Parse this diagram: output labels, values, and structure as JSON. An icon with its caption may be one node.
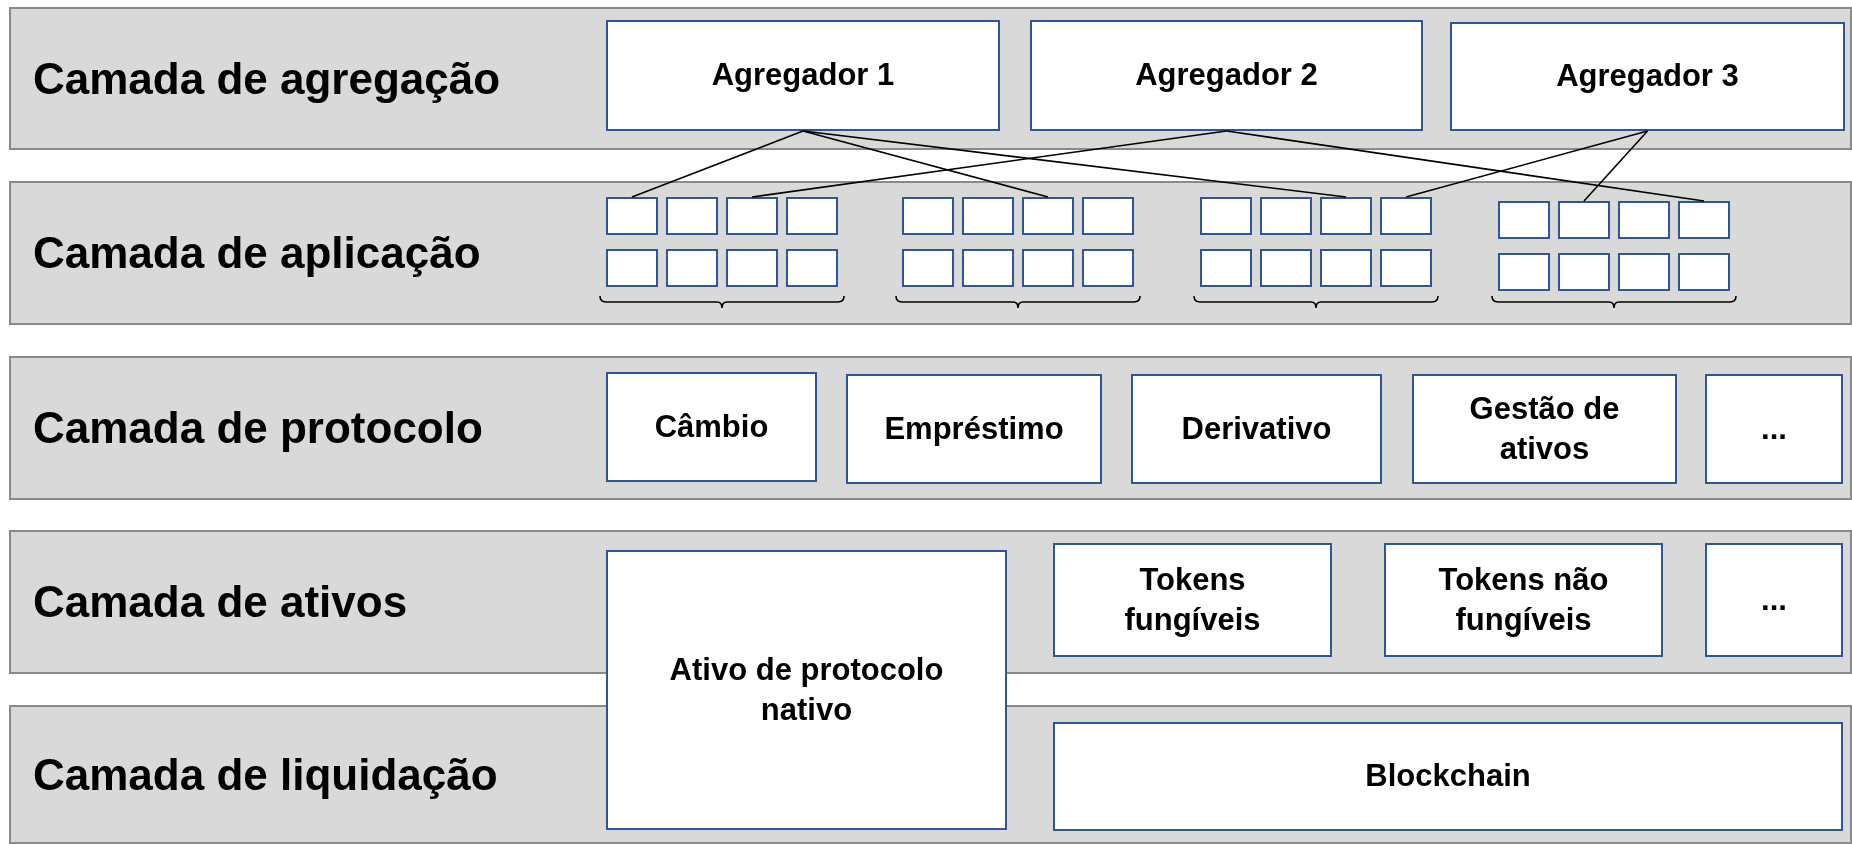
{
  "diagram": {
    "nodes": [
      {
        "text": [
          "Camada de agregação"
        ]
      },
      {
        "text": [
          "Agregador 1"
        ],
        "in": 0
      },
      {
        "text": [
          "Agregador 2"
        ],
        "in": 0
      },
      {
        "text": [
          "Agregador 3"
        ],
        "in": 0
      },
      {
        "text": [
          "Camada de aplicação"
        ]
      },
      {
        "text": [],
        "shape": "box",
        "in": 4
      },
      {
        "text": [],
        "shape": "box",
        "in": 4
      },
      {
        "text": [],
        "shape": "box",
        "in": 4
      },
      {
        "text": [],
        "shape": "box",
        "in": 4
      },
      {
        "text": [],
        "shape": "box",
        "in": 4
      },
      {
        "text": [],
        "shape": "box",
        "in": 4
      },
      {
        "text": [],
        "shape": "box",
        "in": 4
      },
      {
        "text": [],
        "shape": "box",
        "in": 4
      },
      {
        "text": [],
        "shape": "box",
        "in": 4
      },
      {
        "text": [],
        "shape": "box",
        "in": 4
      },
      {
        "text": [],
        "shape": "box",
        "in": 4
      },
      {
        "text": [],
        "shape": "box",
        "in": 4
      },
      {
        "text": [],
        "shape": "box",
        "in": 4
      },
      {
        "text": [],
        "shape": "box",
        "in": 4
      },
      {
        "text": [],
        "shape": "box",
        "in": 4
      },
      {
        "text": [],
        "shape": "box",
        "in": 4
      },
      {
        "text": [],
        "shape": "box",
        "in": 4
      },
      {
        "text": [],
        "shape": "box",
        "in": 4
      },
      {
        "text": [],
        "shape": "box",
        "in": 4
      },
      {
        "text": [],
        "shape": "box",
        "in": 4
      },
      {
        "text": [],
        "shape": "box",
        "in": 4
      },
      {
        "text": [],
        "shape": "box",
        "in": 4
      },
      {
        "text": [],
        "shape": "box",
        "in": 4
      },
      {
        "text": [],
        "shape": "box",
        "in": 4
      },
      {
        "text": [],
        "shape": "box",
        "in": 4
      },
      {
        "text": [],
        "shape": "box",
        "in": 4
      },
      {
        "text": [],
        "shape": "box",
        "in": 4
      },
      {
        "text": [],
        "shape": "box",
        "in": 4
      },
      {
        "text": [],
        "shape": "box",
        "in": 4
      },
      {
        "text": [],
        "shape": "box",
        "in": 4
      },
      {
        "text": [],
        "shape": "box",
        "in": 4
      },
      {
        "text": [],
        "shape": "box",
        "in": 4
      },
      {
        "text": [
          "Camada de protocolo"
        ]
      },
      {
        "text": [
          "Câmbio"
        ],
        "in": 37
      },
      {
        "text": [
          "Empréstimo"
        ],
        "in": 37
      },
      {
        "text": [
          "Derivativo"
        ],
        "in": 37
      },
      {
        "text": [
          "Gestão de ativos"
        ],
        "in": 37
      },
      {
        "text": [
          "..."
        ],
        "in": 37
      },
      {
        "text": [
          "Camada de ativos"
        ]
      },
      {
        "text": [
          "Ativo de protocolo nativo"
        ]
      },
      {
        "text": [
          "Tokens fungíveis"
        ],
        "in": 43
      },
      {
        "text": [
          "Tokens não fungíveis"
        ],
        "in": 43
      },
      {
        "text": [
          "..."
        ],
        "in": 43
      },
      {
        "text": [
          "Camada de liquidação"
        ]
      },
      {
        "text": [
          "Blockchain"
        ],
        "in": 48
      }
    ],
    "edges": [
      {
        "from": 1,
        "to": 5,
        "arrow": "none"
      },
      {
        "from": 1,
        "to": 11,
        "arrow": "none"
      },
      {
        "from": 1,
        "to": 15,
        "arrow": "none"
      },
      {
        "from": 2,
        "to": 7,
        "arrow": "none"
      },
      {
        "from": 2,
        "to": 20,
        "arrow": "none"
      },
      {
        "from": 3,
        "to": 16,
        "arrow": "none"
      },
      {
        "from": 3,
        "to": 18,
        "arrow": "none"
      }
    ]
  }
}
